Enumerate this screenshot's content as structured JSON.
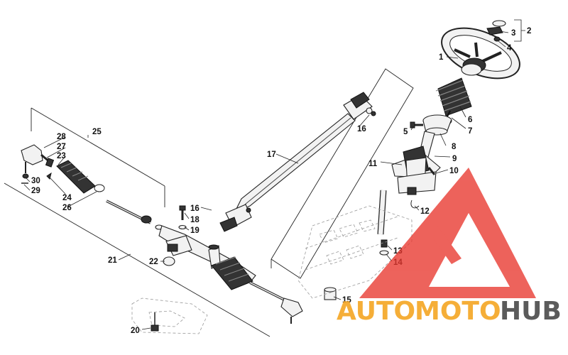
{
  "labels": {
    "1": "1",
    "2": "2",
    "3": "3",
    "4": "4",
    "5": "5",
    "6": "6",
    "7": "7",
    "8": "8",
    "9": "9",
    "10": "10",
    "11": "11",
    "12": "12",
    "13": "13",
    "14": "14",
    "15": "15",
    "16a": "16",
    "16b": "16",
    "17": "17",
    "18": "18",
    "19": "19",
    "20": "20",
    "21": "21",
    "22": "22",
    "23": "23",
    "24": "24",
    "25": "25",
    "26": "26",
    "27": "27",
    "28": "28",
    "29": "29",
    "30": "30"
  },
  "watermark": {
    "auto": "AUTO",
    "moto": "MOTO",
    "hub": "HUB",
    "colors": {
      "auto": "#f5a623",
      "moto": "#f5a623",
      "hub": "#4a4a4a",
      "triangle": "#e8372e"
    }
  }
}
